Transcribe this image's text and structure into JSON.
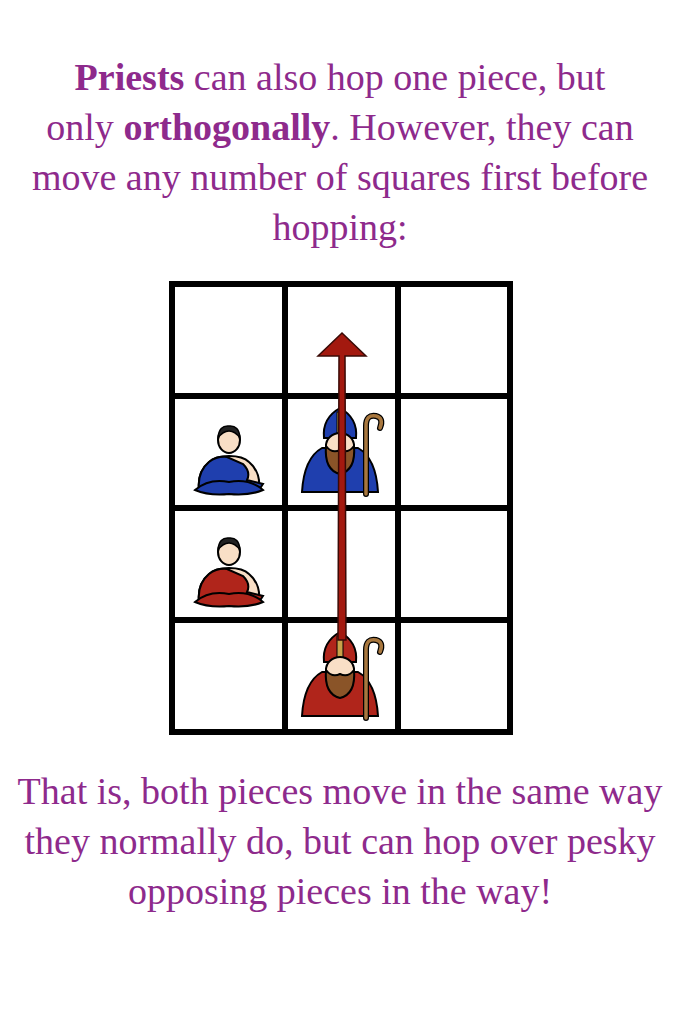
{
  "diagram": {
    "labels": [
      "Priests",
      "can also hop one piece, but only",
      "orthogonally",
      ". However, they can move any number of squares first before hopping:",
      "That is, both pieces move in the same way they normally do, but can hop over pesky opposing pieces in the way!"
    ]
  }
}
